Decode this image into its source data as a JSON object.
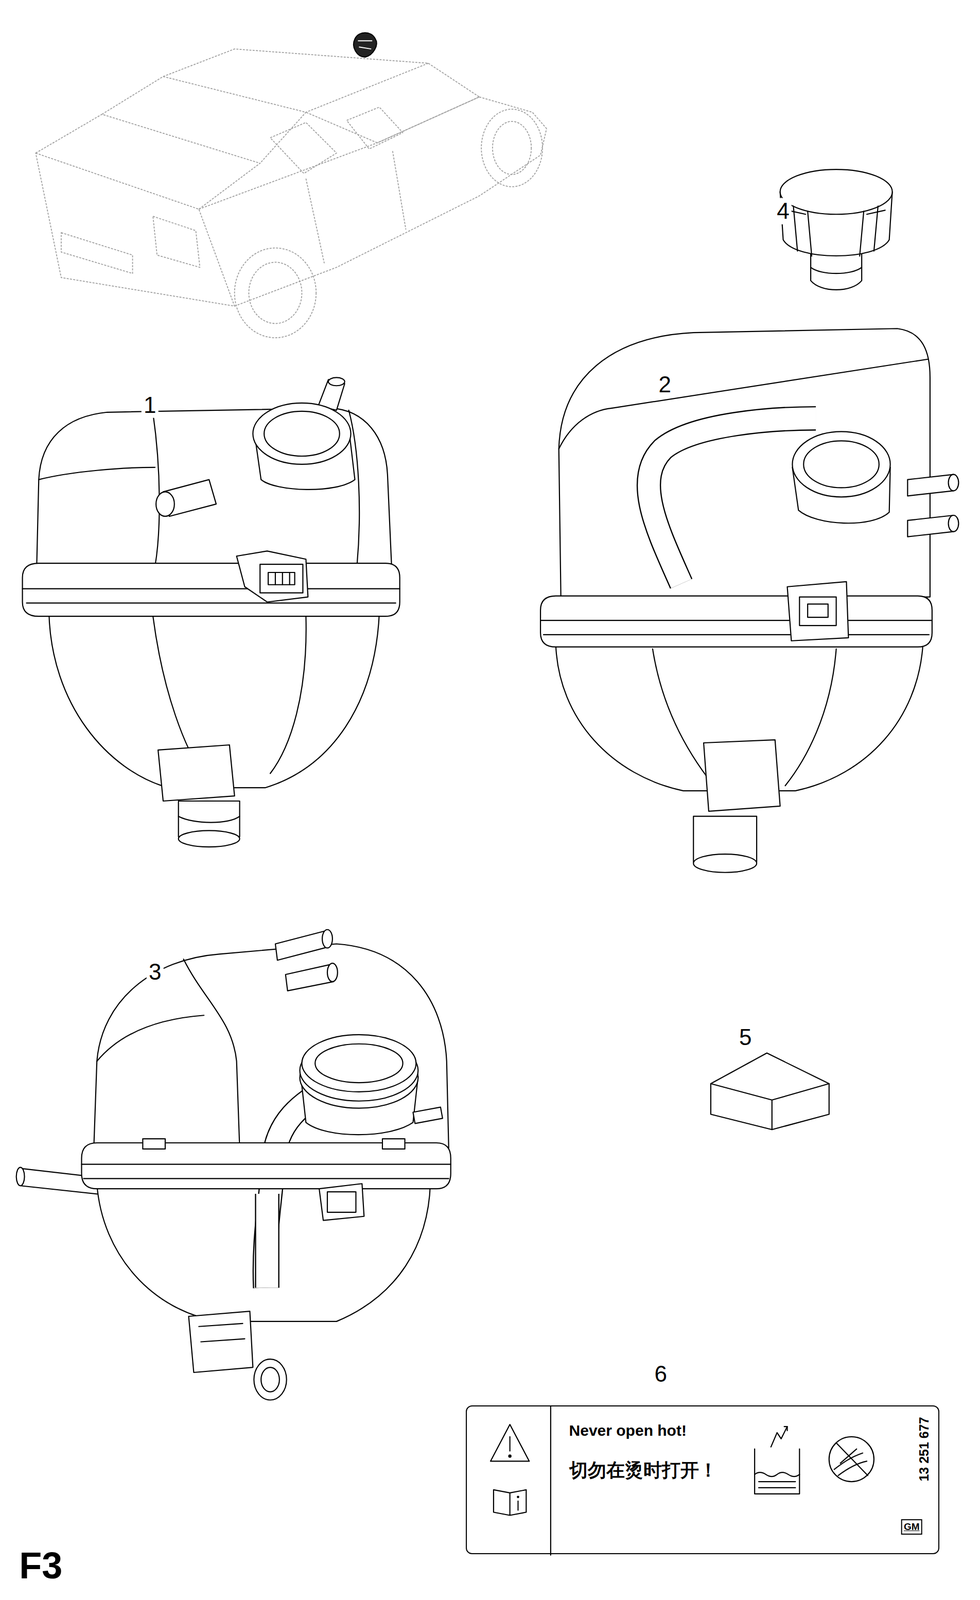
{
  "diagram": {
    "nodes": [
      {
        "text": [
          "Never open hot!",
          "切勿在烫时打开！",
          "13 251 677",
          "GM"
        ]
      }
    ],
    "labels": [
      "4",
      "1",
      "2",
      "3",
      "5",
      "6",
      "F3"
    ]
  }
}
